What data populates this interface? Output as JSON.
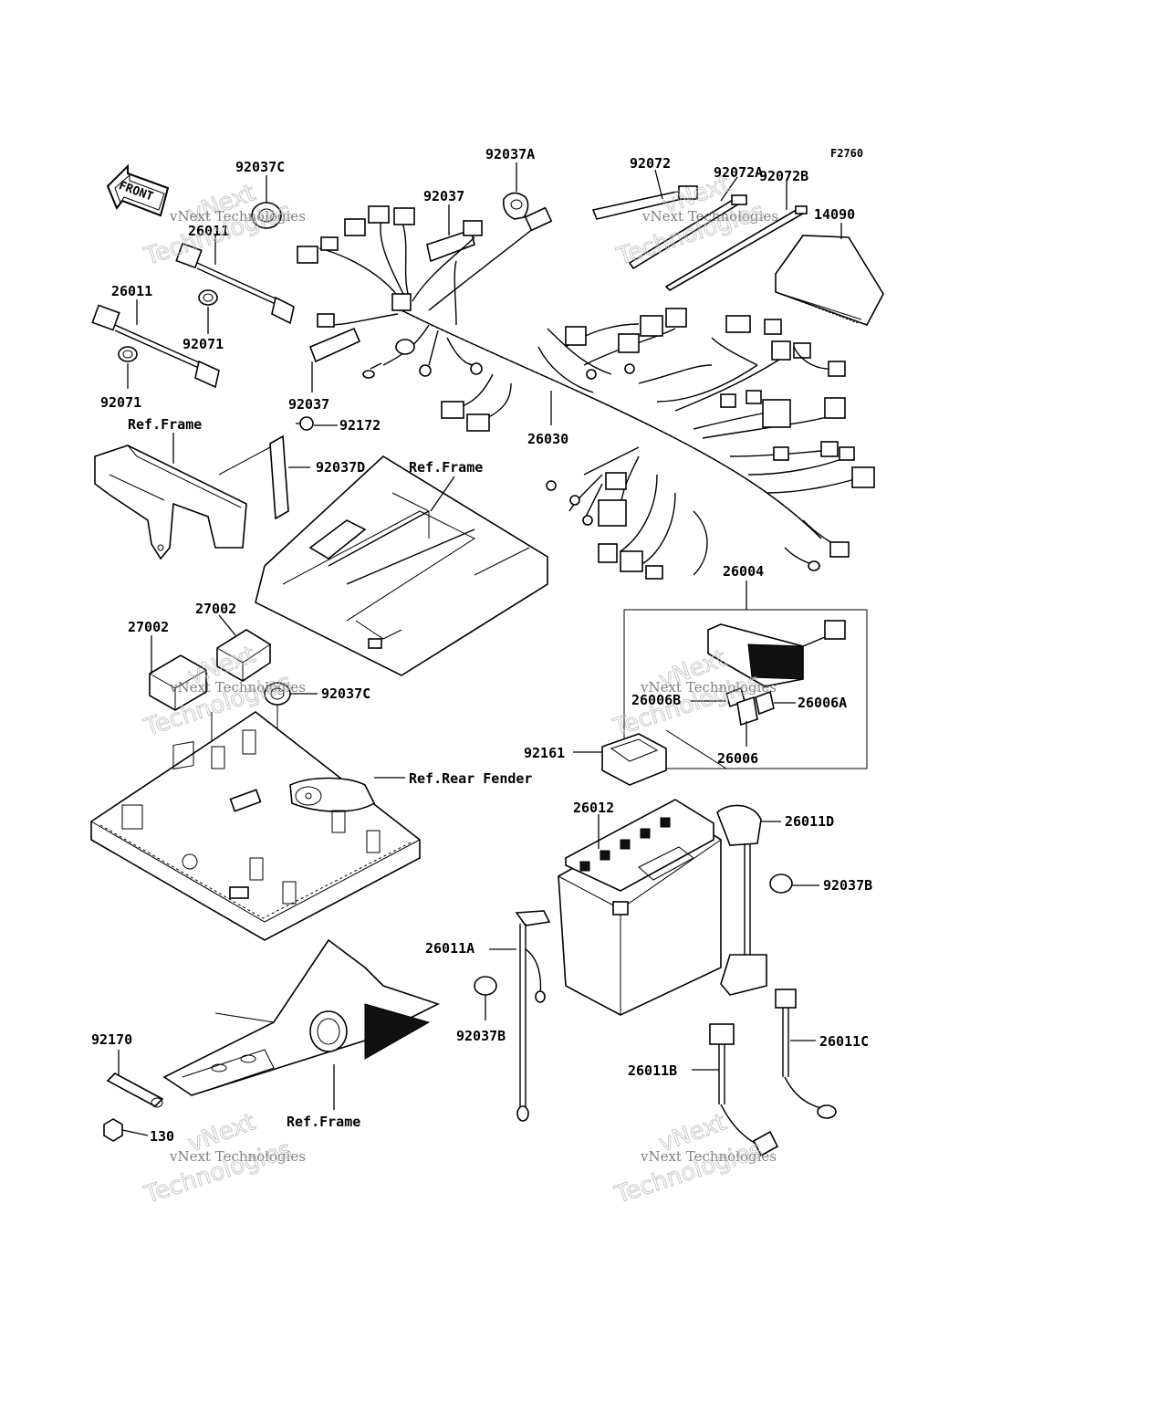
{
  "figure_id": "F2760",
  "front_label": "FRONT",
  "watermark": {
    "line1": "vNext Technologies",
    "line2": "Technologies",
    "line0": "vNext"
  },
  "part_labels": {
    "p92037C_top": "92037C",
    "p26011_a": "26011",
    "p26011_b": "26011",
    "p92071_a": "92071",
    "p92071_b": "92071",
    "p92037_a": "92037",
    "p92037_b": "92037",
    "p92037A": "92037A",
    "p92072": "92072",
    "p92072A": "92072A",
    "p92072B": "92072B",
    "p14090": "14090",
    "p92172": "92172",
    "p92037D": "92037D",
    "p26030": "26030",
    "p26004": "26004",
    "p27002_a": "27002",
    "p27002_b": "27002",
    "p92037C_mid": "92037C",
    "p26006B": "26006B",
    "p26006A": "26006A",
    "p26006": "26006",
    "p92161": "92161",
    "p26012": "26012",
    "p26011D": "26011D",
    "p92037B_a": "92037B",
    "p26011A": "26011A",
    "p92037B_b": "92037B",
    "p26011C": "26011C",
    "p26011B": "26011B",
    "p92170": "92170",
    "p130": "130"
  },
  "ref_labels": {
    "frame_left": "Ref.Frame",
    "frame_center": "Ref.Frame",
    "rear_fender": "Ref.Rear Fender",
    "frame_bottom": "Ref.Frame"
  }
}
